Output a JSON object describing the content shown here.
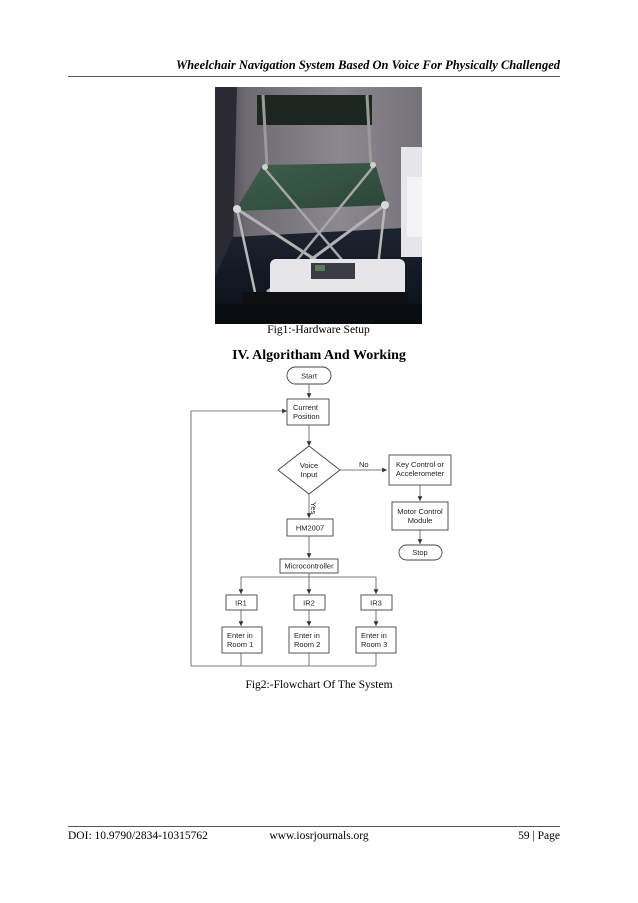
{
  "header": {
    "title": "Wheelchair Navigation System Based On Voice For Physically Challenged"
  },
  "figure1": {
    "caption": "Fig1:-Hardware Setup",
    "icon": "wheelchair-photo"
  },
  "section": {
    "heading": "IV. Algoritham And Working"
  },
  "flowchart": {
    "start": "Start",
    "current_position": [
      "Current",
      "Position"
    ],
    "voice_input": [
      "Voice",
      "Input"
    ],
    "no_label": "No",
    "yes_label": "Yes",
    "key_control": [
      "Key Control or",
      "Accelerometer"
    ],
    "motor_control": [
      "Motor Control",
      "Module"
    ],
    "stop": "Stop",
    "hm2007": "HM2007",
    "microcontroller": "Microcontroller",
    "ir1": "IR1",
    "ir2": "IR2",
    "ir3": "IR3",
    "room1": [
      "Enter in",
      "Room 1"
    ],
    "room2": [
      "Enter in",
      "Room 2"
    ],
    "room3": [
      "Enter in",
      "Room 3"
    ]
  },
  "figure2": {
    "caption": "Fig2:-Flowchart Of The System"
  },
  "footer": {
    "doi": "DOI: 10.9790/2834-10315762",
    "website": "www.iosrjournals.org",
    "page": "59 | Page"
  }
}
